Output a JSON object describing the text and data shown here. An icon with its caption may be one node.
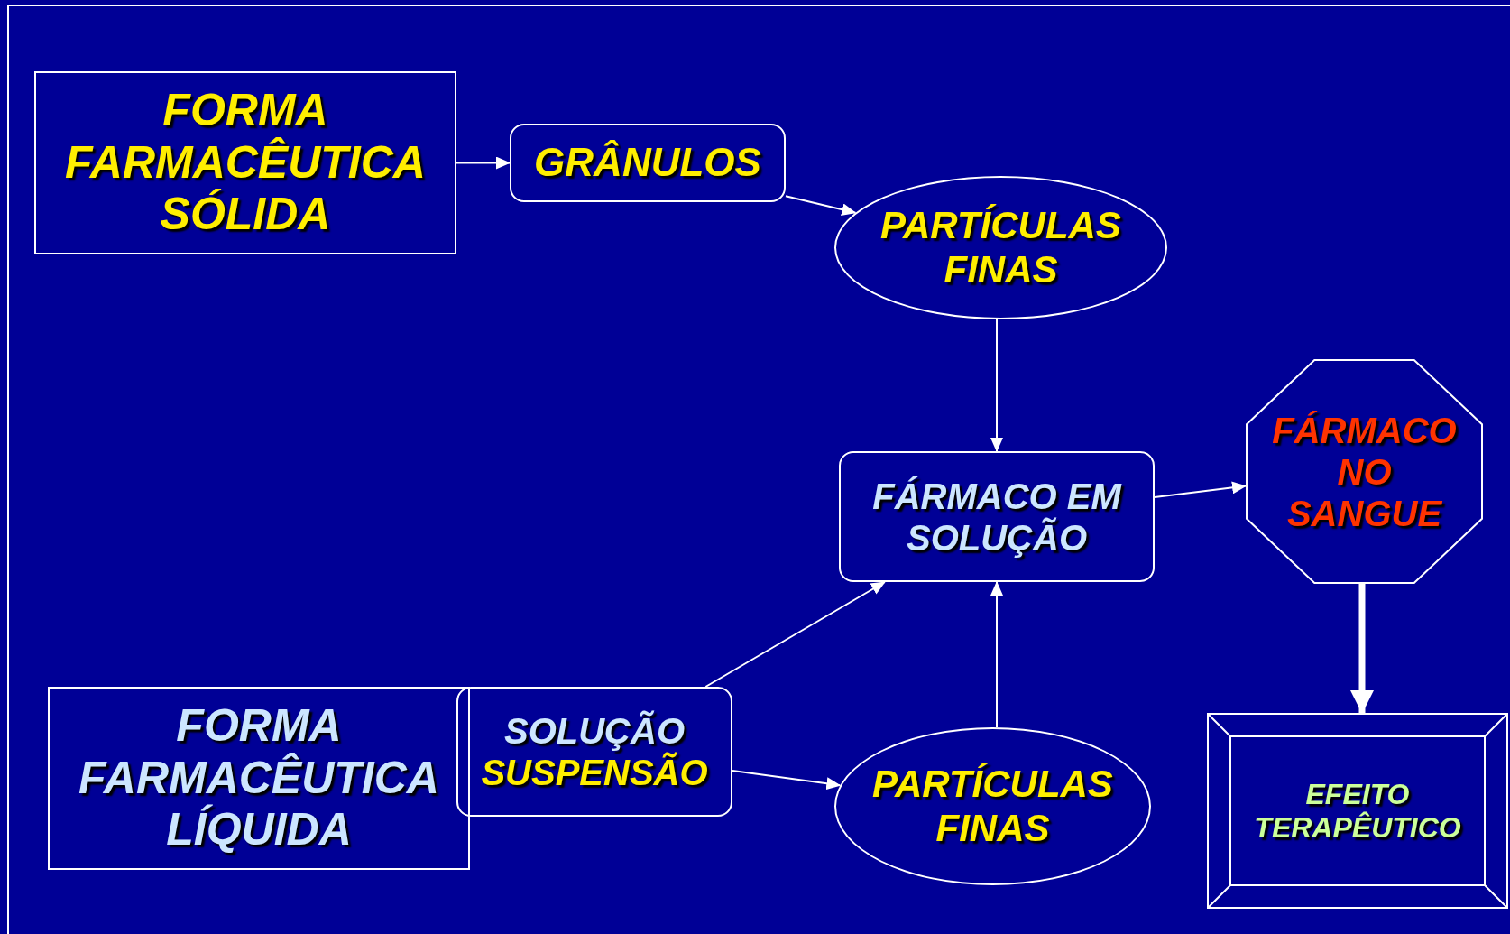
{
  "diagram": {
    "nodes": [
      {
        "text": [
          "FORMA FARMACÊUTICA SÓLIDA"
        ]
      },
      {
        "text": [
          "GRÂNULOS"
        ]
      },
      {
        "text": [
          "PARTÍCULAS FINAS"
        ]
      },
      {
        "text": [
          "FÁRMACO EM SOLUÇÃO"
        ]
      },
      {
        "text": [
          "FÁRMACO NO SANGUE"
        ]
      },
      {
        "text": [
          "FORMA FARMACÊUTICA LÍQUIDA"
        ]
      },
      {
        "text": [
          "SOLUÇÃO",
          "SUSPENSÃO"
        ]
      },
      {
        "text": [
          "PARTÍCULAS FINAS"
        ]
      },
      {
        "text": [
          "EFEITO TERAPÊUTICO"
        ]
      }
    ],
    "edges": [
      {
        "from": 0,
        "to": 1,
        "arrow": "to"
      },
      {
        "from": 1,
        "to": 2,
        "arrow": "to"
      },
      {
        "from": 2,
        "to": 3,
        "arrow": "to"
      },
      {
        "from": 3,
        "to": 4,
        "arrow": "to"
      },
      {
        "from": 4,
        "to": 8,
        "arrow": "to",
        "style": "thick"
      },
      {
        "from": 6,
        "to": 3,
        "arrow": "to"
      },
      {
        "from": 6,
        "to": 7,
        "arrow": "to"
      },
      {
        "from": 7,
        "to": 3,
        "arrow": "to"
      }
    ]
  }
}
